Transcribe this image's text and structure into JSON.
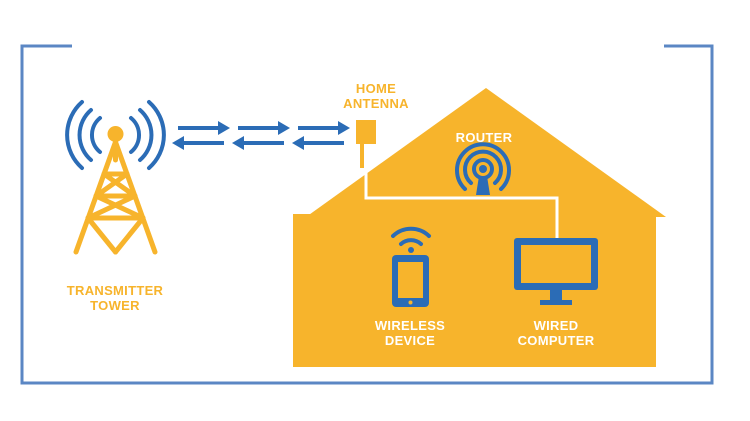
{
  "colors": {
    "blue": "#2b6cb6",
    "yellow": "#f7b42c",
    "frame": "#5b87c4",
    "white": "#ffffff"
  },
  "labels": {
    "transmitter_tower": [
      "TRANSMITTER",
      "TOWER"
    ],
    "home_antenna": [
      "HOME",
      "ANTENNA"
    ],
    "router": [
      "ROUTER"
    ],
    "wireless_device": [
      "WIRELESS",
      "DEVICE"
    ],
    "wired_computer": [
      "WIRED",
      "COMPUTER"
    ]
  },
  "icons": {
    "tower": "transmitter-tower-icon",
    "antenna": "home-antenna-icon",
    "router": "router-icon",
    "tablet": "tablet-icon",
    "monitor": "monitor-icon",
    "signal": "bidirectional-arrows-icon"
  }
}
